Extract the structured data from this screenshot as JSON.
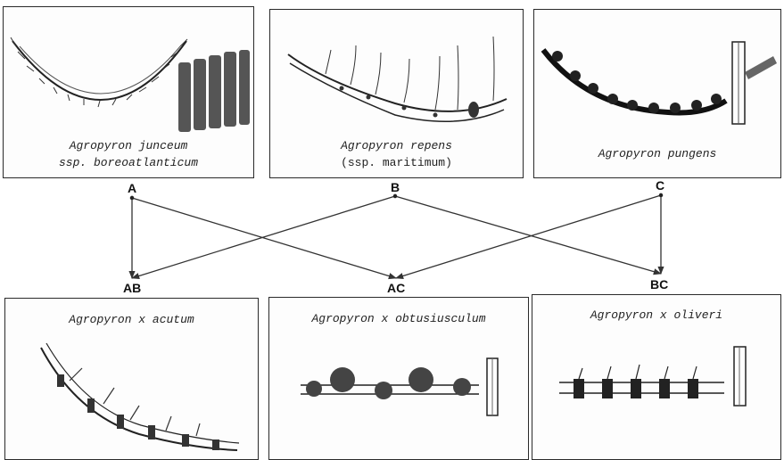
{
  "parents": [
    {
      "id": "A",
      "line1": "Agropyron junceum",
      "line2": "ssp. boreoatlanticum",
      "line2_italic": true
    },
    {
      "id": "B",
      "line1": "Agropyron repens",
      "line2": "(ssp. maritimum)",
      "line2_italic": false
    },
    {
      "id": "C",
      "line1": "Agropyron pungens",
      "line2": "",
      "line2_italic": false
    }
  ],
  "hybrids": [
    {
      "id": "AB",
      "name": "Agropyron x acutum"
    },
    {
      "id": "AC",
      "name": "Agropyron x obtusiusculum"
    },
    {
      "id": "BC",
      "name": "Agropyron x oliveri"
    }
  ],
  "crosses": [
    {
      "from": "A",
      "to": "AB"
    },
    {
      "from": "A",
      "to": "AC"
    },
    {
      "from": "B",
      "to": "AB"
    },
    {
      "from": "B",
      "to": "BC"
    },
    {
      "from": "C",
      "to": "AC"
    },
    {
      "from": "C",
      "to": "BC"
    }
  ],
  "node_labels": {
    "A": "A",
    "B": "B",
    "C": "C",
    "AB": "AB",
    "AC": "AC",
    "BC": "BC"
  }
}
